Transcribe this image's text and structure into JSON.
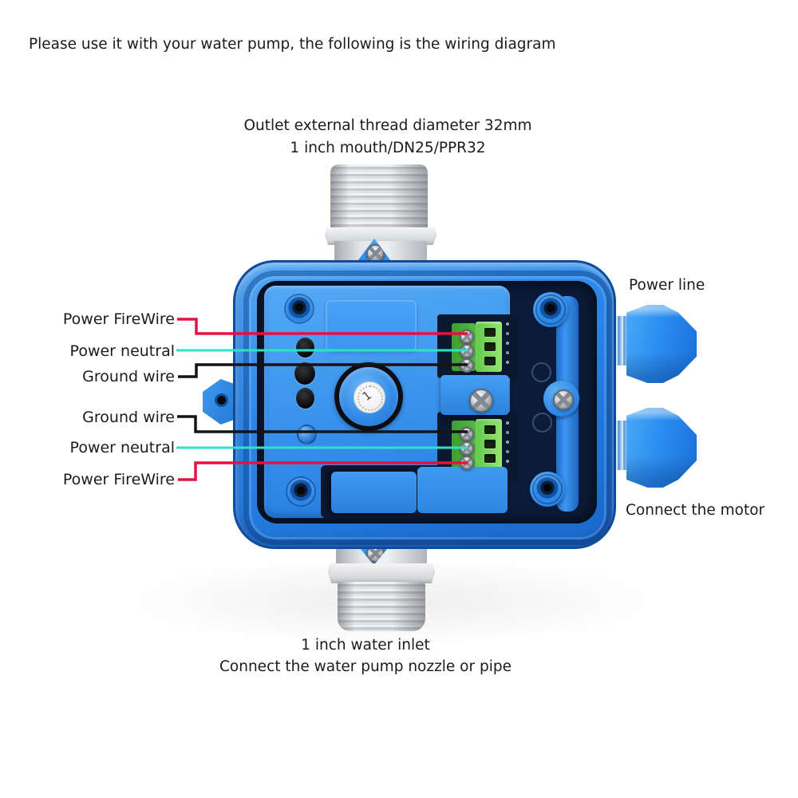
{
  "title": "Please use it with your water pump, the following is the wiring diagram",
  "outlet_note": {
    "line1": "Outlet external thread diameter 32mm",
    "line2": "1 inch mouth/DN25/PPR32"
  },
  "inlet_note": {
    "line1": "1 inch water inlet",
    "line2": "Connect the water pump nozzle or pipe"
  },
  "side_labels": {
    "power_line": "Power line",
    "connect_motor": "Connect the motor"
  },
  "wire_labels": [
    {
      "label": "Power FireWire",
      "color": "#e51240"
    },
    {
      "label": "Power neutral",
      "color": "#2fe2c5"
    },
    {
      "label": "Ground wire",
      "color": "#141414"
    },
    {
      "label": "Ground wire",
      "color": "#141414"
    },
    {
      "label": "Power neutral",
      "color": "#2fe2c5"
    },
    {
      "label": "Power FireWire",
      "color": "#e51240"
    }
  ],
  "knob_mark": "1",
  "colors": {
    "box_blue": "#2b86e8",
    "panel_blue": "#3f97f2",
    "gland_blue": "#2f9cf4",
    "terminal_green": "#63c94b",
    "wire_live": "#e51240",
    "wire_neutral": "#2fe2c5",
    "wire_ground": "#141414",
    "text": "#1b1b1b"
  }
}
